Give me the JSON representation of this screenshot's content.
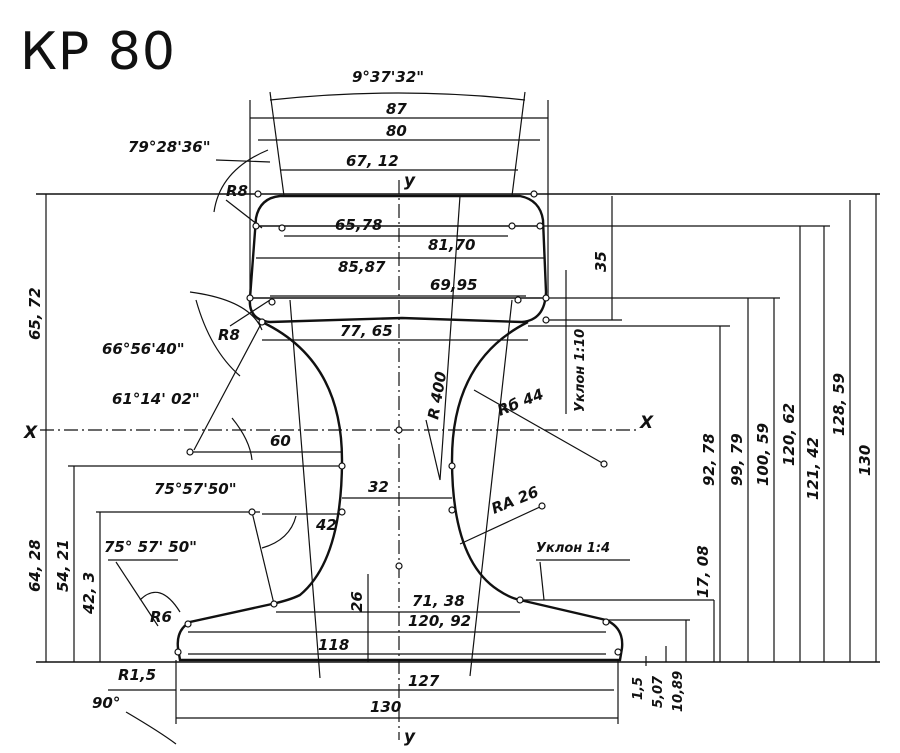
{
  "title": "КР 80",
  "axes": {
    "y_top": "y",
    "y_bottom": "y",
    "x_left": "X",
    "x_right": "X"
  },
  "angles": {
    "top_taper": "9°37'32\"",
    "head_corner": "79°28'36\"",
    "head_underside": "66°56'40\"",
    "web_upper": "61°14' 02\"",
    "web_lower": "75°57'50\"",
    "foot_left": "75° 57' 50\"",
    "foot_edge": "90°"
  },
  "horizontal_dims": {
    "w87": "87",
    "w80": "80",
    "w67_12": "67, 12",
    "w65_78": "65,78",
    "w81_70": "81,70",
    "w85_87": "85,87",
    "w69_95": "69,95",
    "w77_65": "77, 65",
    "w60": "60",
    "w32": "32",
    "w42": "42",
    "w71_38": "71, 38",
    "w120_92": "120, 92",
    "w118": "118",
    "w127": "127",
    "w130_base": "130"
  },
  "vertical_dims": {
    "h65_72": "65, 72",
    "h64_28": "64, 28",
    "h54_21": "54, 21",
    "h42_3": "42, 3",
    "h35": "35",
    "h26": "26",
    "h92_78": "92, 78",
    "h99_79": "99, 79",
    "h100_59": "100, 59",
    "h120_62": "120, 62",
    "h121_42": "121, 42",
    "h128_59": "128, 59",
    "h130": "130",
    "h17_08": "17, 08",
    "h1_5": "1,5",
    "h5_07": "5,07",
    "h10_89": "10,89"
  },
  "radii": {
    "r8_top": "R8",
    "r8_lower": "R8",
    "r400": "R 400",
    "r6": "R6",
    "r1_5": "R1,5",
    "rb44": "Rб 44",
    "ra26": "RА 26"
  },
  "notes": {
    "slope_head": "Уклон 1:10",
    "slope_foot": "Уклон 1:4"
  }
}
